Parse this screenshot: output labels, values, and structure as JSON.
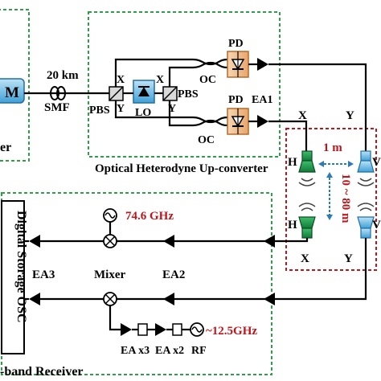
{
  "modulator_label": "M",
  "fiber": {
    "length": "20 km",
    "type": "SMF"
  },
  "upconverter": {
    "title": "Optical Heterodyne Up-converter",
    "pbs_left": "PBS",
    "pbs_right": "PBS",
    "lo": "LO",
    "x_left": "X",
    "y_left": "Y",
    "x_right": "X",
    "y_right": "Y",
    "oc_top": "OC",
    "oc_bottom": "OC",
    "pd_top": "PD",
    "pd_bottom": "PD",
    "ea1": "EA1"
  },
  "left_box_fragment": "er",
  "antennas": {
    "x_top": "X",
    "y_top": "Y",
    "h_top": "H",
    "v_top": "V",
    "h_bottom": "H",
    "v_bottom": "V",
    "x_bottom": "X",
    "y_bottom": "Y",
    "spacing": "1 m",
    "distance": "10 ~ 80 m"
  },
  "receiver": {
    "title": "-band  Receiver",
    "osc": "Digital Storage OSC",
    "lo_freq": "74.6 GHz",
    "mixer": "Mixer",
    "ea3": "EA3",
    "ea2": "EA2",
    "rf_freq": "~12.5GHz",
    "chain": [
      "EA x3",
      "EA x2",
      "RF"
    ]
  }
}
